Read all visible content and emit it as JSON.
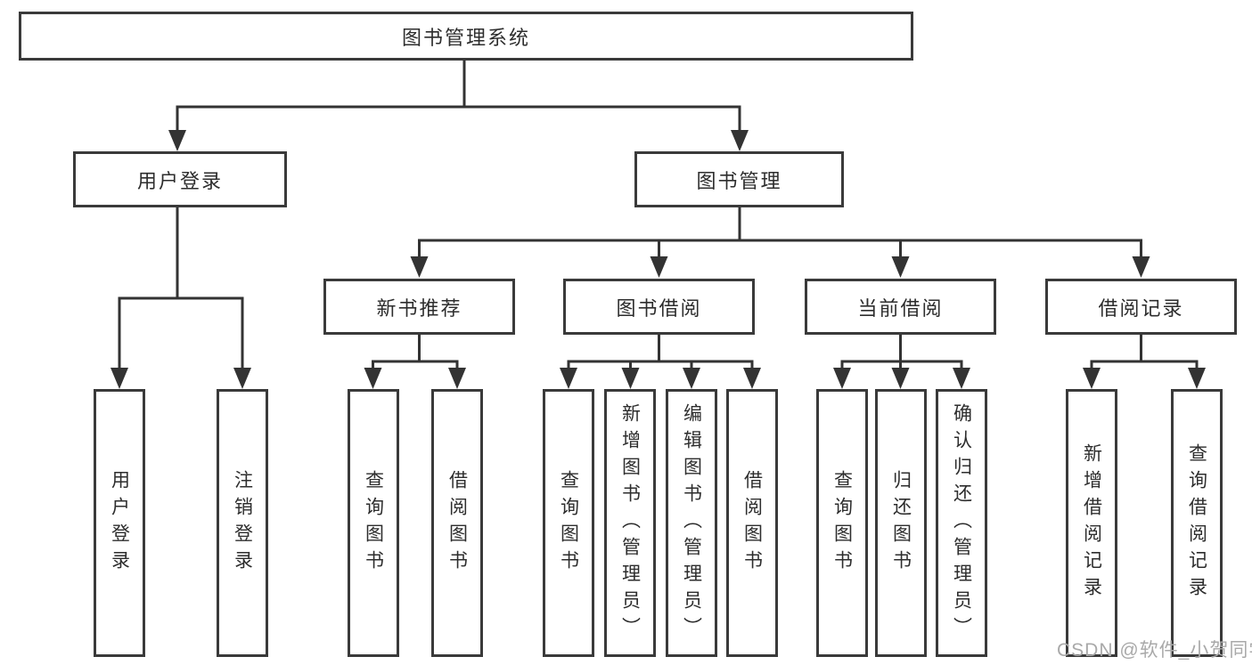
{
  "diagram": {
    "root": {
      "label": "图书管理系统"
    },
    "level2": [
      {
        "id": "user-login",
        "label": "用户登录",
        "parent": "图书管理系统"
      },
      {
        "id": "book-management",
        "label": "图书管理",
        "parent": "图书管理系统"
      }
    ],
    "level3": [
      {
        "id": "new-book-recommend",
        "label": "新书推荐",
        "parent": "图书管理"
      },
      {
        "id": "book-borrow",
        "label": "图书借阅",
        "parent": "图书管理"
      },
      {
        "id": "current-borrow",
        "label": "当前借阅",
        "parent": "图书管理"
      },
      {
        "id": "borrow-records",
        "label": "借阅记录",
        "parent": "图书管理"
      }
    ],
    "leaves": [
      {
        "label": "用户登录",
        "parent": "用户登录"
      },
      {
        "label": "注销登录",
        "parent": "用户登录"
      },
      {
        "label": "查询图书",
        "parent": "新书推荐"
      },
      {
        "label": "借阅图书",
        "parent": "新书推荐"
      },
      {
        "label": "查询图书",
        "parent": "图书借阅"
      },
      {
        "label": "新增图书（管理员）",
        "parent": "图书借阅"
      },
      {
        "label": "编辑图书（管理员）",
        "parent": "图书借阅"
      },
      {
        "label": "借阅图书",
        "parent": "图书借阅"
      },
      {
        "label": "查询图书",
        "parent": "当前借阅"
      },
      {
        "label": "归还图书",
        "parent": "当前借阅"
      },
      {
        "label": "确认归还（管理员）",
        "parent": "当前借阅"
      },
      {
        "label": "新增借阅记录",
        "parent": "借阅记录"
      },
      {
        "label": "查询借阅记录",
        "parent": "借阅记录"
      }
    ]
  },
  "watermark": {
    "text": "CSDN @软件_小贺同学"
  },
  "colors": {
    "line": "#333333",
    "box_border": "#3a3a3a",
    "text": "#2d2d2d",
    "watermark": "#a9a9a9",
    "background": "#ffffff"
  }
}
